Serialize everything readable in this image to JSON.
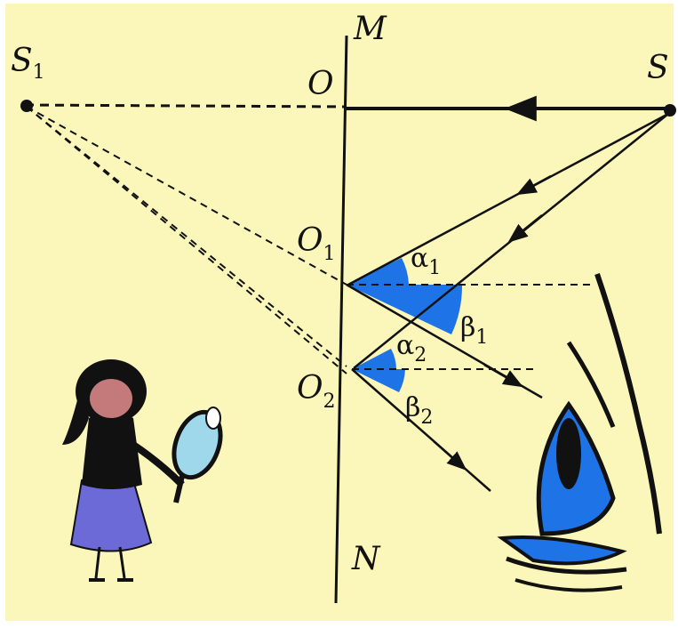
{
  "diagram": {
    "background_color": "#fbf6b9",
    "accent_color": "#1e73e6",
    "labels": {
      "M": "M",
      "N": "N",
      "O": "O",
      "S": "S",
      "S1_base": "S",
      "S1_sub": "1",
      "O1_base": "O",
      "O1_sub": "1",
      "O2_base": "O",
      "O2_sub": "2",
      "alpha1_base": "α",
      "alpha1_sub": "1",
      "beta1_base": "β",
      "beta1_sub": "1",
      "alpha2_base": "α",
      "alpha2_sub": "2",
      "beta2_base": "β",
      "beta2_sub": "2"
    },
    "icons": [
      "girl-with-mirror-illustration",
      "eye-illustration"
    ]
  }
}
